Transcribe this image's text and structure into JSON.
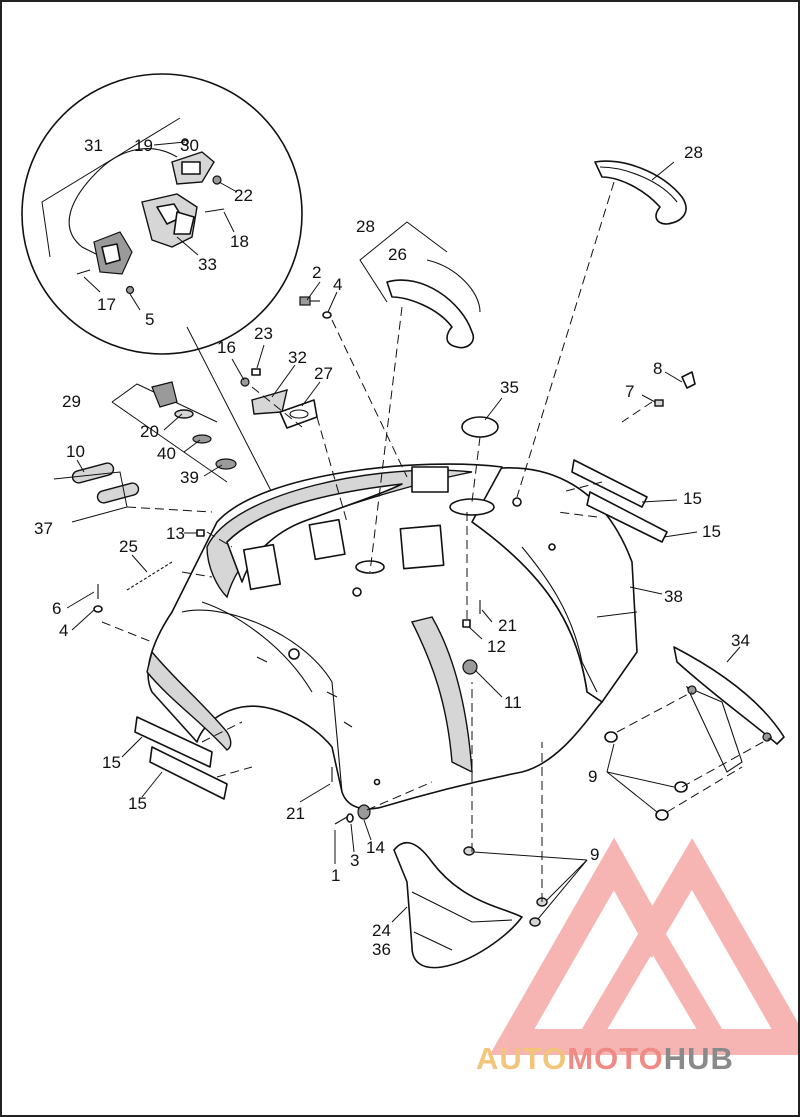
{
  "diagram": {
    "callouts": [
      {
        "id": "c-31",
        "text": "31"
      },
      {
        "id": "c-19",
        "text": "19"
      },
      {
        "id": "c-30",
        "text": "30"
      },
      {
        "id": "c-22",
        "text": "22"
      },
      {
        "id": "c-18",
        "text": "18"
      },
      {
        "id": "c-33",
        "text": "33"
      },
      {
        "id": "c-17",
        "text": "17"
      },
      {
        "id": "c-5",
        "text": "5"
      },
      {
        "id": "c-28a",
        "text": "28"
      },
      {
        "id": "c-28b",
        "text": "28"
      },
      {
        "id": "c-26",
        "text": "26"
      },
      {
        "id": "c-2",
        "text": "2"
      },
      {
        "id": "c-4a",
        "text": "4"
      },
      {
        "id": "c-8",
        "text": "8"
      },
      {
        "id": "c-7",
        "text": "7"
      },
      {
        "id": "c-16",
        "text": "16"
      },
      {
        "id": "c-23",
        "text": "23"
      },
      {
        "id": "c-32",
        "text": "32"
      },
      {
        "id": "c-27",
        "text": "27"
      },
      {
        "id": "c-35",
        "text": "35"
      },
      {
        "id": "c-29",
        "text": "29"
      },
      {
        "id": "c-20",
        "text": "20"
      },
      {
        "id": "c-40",
        "text": "40"
      },
      {
        "id": "c-39",
        "text": "39"
      },
      {
        "id": "c-10",
        "text": "10"
      },
      {
        "id": "c-37",
        "text": "37"
      },
      {
        "id": "c-13",
        "text": "13"
      },
      {
        "id": "c-25",
        "text": "25"
      },
      {
        "id": "c-6",
        "text": "6"
      },
      {
        "id": "c-4b",
        "text": "4"
      },
      {
        "id": "c-15a",
        "text": "15"
      },
      {
        "id": "c-15b",
        "text": "15"
      },
      {
        "id": "c-38",
        "text": "38"
      },
      {
        "id": "c-21a",
        "text": "21"
      },
      {
        "id": "c-12",
        "text": "12"
      },
      {
        "id": "c-11",
        "text": "11"
      },
      {
        "id": "c-34",
        "text": "34"
      },
      {
        "id": "c-9a",
        "text": "9"
      },
      {
        "id": "c-15c",
        "text": "15"
      },
      {
        "id": "c-15d",
        "text": "15"
      },
      {
        "id": "c-21b",
        "text": "21"
      },
      {
        "id": "c-14",
        "text": "14"
      },
      {
        "id": "c-3",
        "text": "3"
      },
      {
        "id": "c-1",
        "text": "1"
      },
      {
        "id": "c-9b",
        "text": "9"
      },
      {
        "id": "c-24",
        "text": "24"
      },
      {
        "id": "c-36",
        "text": "36"
      }
    ]
  },
  "watermark": {
    "part1": "AUTO",
    "part2": "MOTO",
    "part3": "HUB",
    "colors": {
      "auto": "#f3c57a",
      "moto": "#f08a84",
      "hub": "#8a8a8a",
      "triangle": "#f07a74"
    }
  }
}
